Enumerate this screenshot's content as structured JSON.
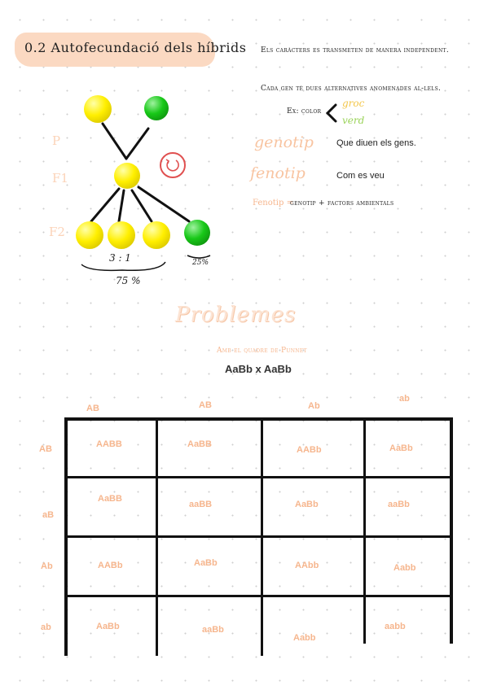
{
  "title": "0.2 Autofecundació dels híbrids",
  "notes": {
    "independent": "Els caràcters es transmeten de manera independent.",
    "alleles": "Cada gen té dues alternatives anomenades al-lels.",
    "example_label": "Ex: color",
    "example_yellow": "groc",
    "example_green": "verd",
    "genotip_label": "genotip",
    "genotip_desc": "Que diuen els gens.",
    "fenotip_label": "fenotip",
    "fenotip_desc": "Com es veu",
    "fenotip_formula_label": "Fenotip =",
    "fenotip_formula": "genotip + factors ambientals"
  },
  "diagram": {
    "gen_p": "P",
    "gen_f1": "F1",
    "gen_f2": "F2",
    "ratio": "3 : 1",
    "pct_75": "75 %",
    "pct_25": "25%"
  },
  "problemes": {
    "heading": "Problemes",
    "subtitle": "Amb el quadre de Punnet",
    "cross": "AaBb x AaBb",
    "col_headers": [
      "AB",
      "AB",
      "Ab",
      "ab"
    ],
    "row_headers": [
      "AB",
      "aB",
      "Ab",
      "ab"
    ],
    "cells": [
      [
        "AABB",
        "AaBB",
        "AABb",
        "AaBb"
      ],
      [
        "AaBB",
        "aaBB",
        "AaBb",
        "aaBb"
      ],
      [
        "AABb",
        "AaBb",
        "AAbb",
        "Aabb"
      ],
      [
        "AaBb",
        "aaBb",
        "Aabb",
        "aabb"
      ]
    ]
  },
  "colors": {
    "accent_peach": "#f6b68e",
    "title_highlight": "#fbd9c2",
    "yellow": "#ffef00",
    "green": "#18c818",
    "refresh_red": "#e05050"
  }
}
